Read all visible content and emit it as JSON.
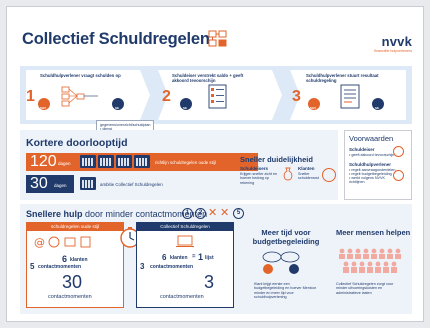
{
  "header": {
    "title": "Collectief Schuldregelen",
    "brand": "nvvk",
    "brand_tagline": "financiële hulpverleners"
  },
  "steps": [
    {
      "number": "1",
      "label": "Schuldhulpverlener vraagt schulden op"
    },
    {
      "number": "2",
      "label": "Schuldeiser verstrekt saldo + geeft akkoord tevoorschijn"
    },
    {
      "number": "3",
      "label": "Schuldhulpverlener stuurt resultaat schuldregeling"
    }
  ],
  "roles": {
    "shv": "SHV",
    "se": "SE"
  },
  "step1_note": {
    "lines": [
      "gegevens/overzicht/schuldplan",
      "• dienst",
      "• let omsdenkingspunt"
    ]
  },
  "doorlooptijd": {
    "heading": "Kortere doorlooptijd",
    "row1_value": "120",
    "row1_unit": "dagen",
    "row1_label": "richtlijn schuldregelen oude stijl",
    "row2_value": "30",
    "row2_unit": "dagen",
    "row2_label": "ambitie Collectief Schuldregelen"
  },
  "duidelijkheid": {
    "heading": "Sneller duidelijkheid",
    "col1_title": "Schuldeisers",
    "col1_text": "Krijgen sneller zicht en hoever bedrag op rekening",
    "col2_title": "Klanten",
    "col2_text": "Sneller schuldenrust"
  },
  "voorwaarden": {
    "heading": "Voorwaarden",
    "s1_title": "Schuldeiser",
    "s1_items": [
      "• geeft akkoord tevoorschijn"
    ],
    "s2_title": "Schuldhulpverlener",
    "s2_items": [
      "• regelt aanvraagonderdelen",
      "• regelt budgetbegeleiding",
      "• werkt volgens NVVK richtlijnen"
    ]
  },
  "hulp": {
    "heading_bold": "Snellere hulp",
    "heading_rest": "door minder contactmomenten",
    "badge1": "1",
    "badge2": "2",
    "badge5": "5"
  },
  "oude_stijl": {
    "title": "schuldregelen oude stijl",
    "klanten_value": "6",
    "klanten_label": "klanten",
    "contact_label": "contactmomenten",
    "left_value": "5",
    "left_label": "contactmomenten",
    "total_value": "30",
    "total_label": "contactmomenten"
  },
  "collectief": {
    "title": "Collectief Schuldregelen",
    "klanten_value": "6",
    "klanten_label": "klanten",
    "lijst_value": "1",
    "lijst_label": "lijst",
    "contact_label": "contactmomenten",
    "left_value": "3",
    "total_value": "3",
    "total_label": "contactmomenten"
  },
  "budget": {
    "heading": "Meer tijd voor budgetbegeleiding",
    "text": "Klant krijgt eerste een budgetbegeleiding en hoever Mentoor minder en meer tijd voor schuldhulpverlening"
  },
  "mensen": {
    "heading": "Meer mensen helpen",
    "text": "Collectief Schuldregelen zorgt voor minder uitvoeringskosten en administratieve lasten"
  },
  "colors": {
    "navy": "#1f3a6b",
    "orange": "#e2642b",
    "light_blue": "#dde9f6",
    "bg": "#e9eaee"
  }
}
